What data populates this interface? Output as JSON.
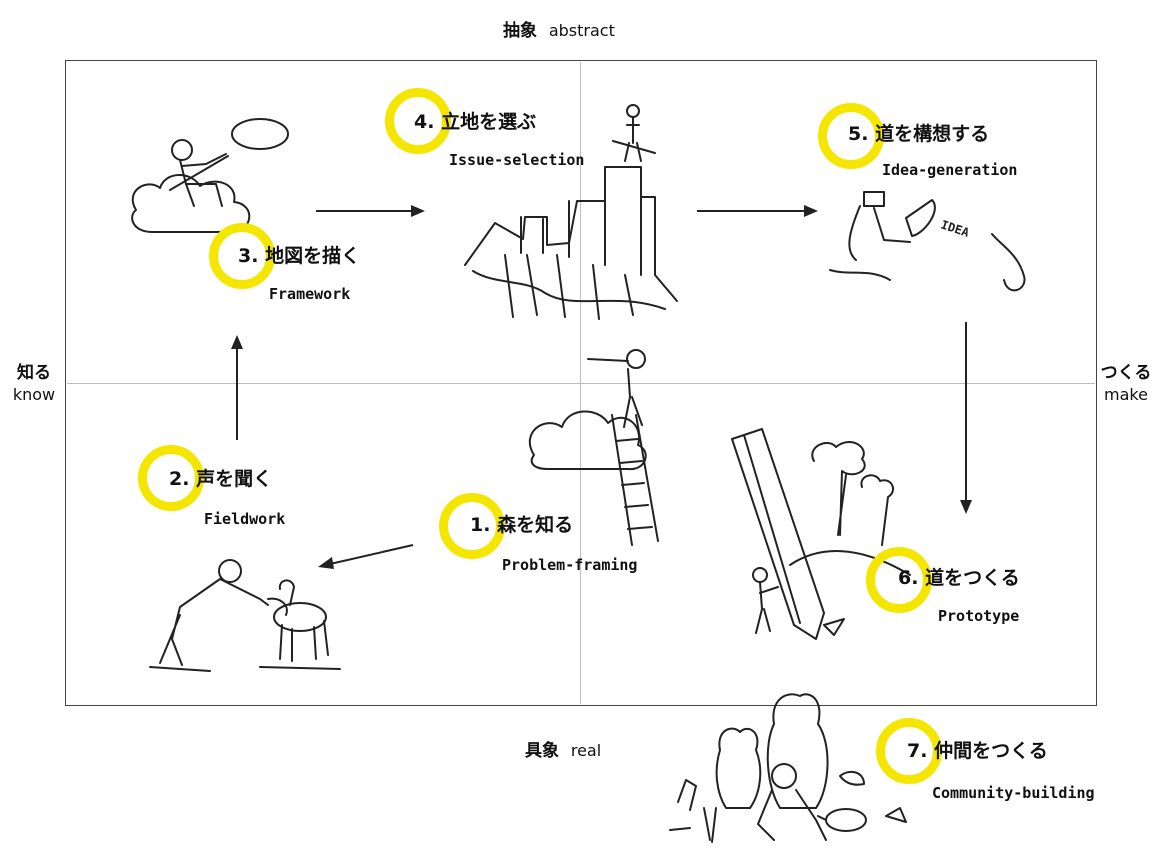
{
  "axes": {
    "top": {
      "ja": "抽象",
      "en": "abstract"
    },
    "bottom": {
      "ja": "具象",
      "en": "real"
    },
    "left": {
      "ja": "知る",
      "en": "know"
    },
    "right": {
      "ja": "つくる",
      "en": "make"
    }
  },
  "steps": [
    {
      "num": "1.",
      "ja": "森を知る",
      "en": "Problem-framing"
    },
    {
      "num": "2.",
      "ja": "声を聞く",
      "en": "Fieldwork"
    },
    {
      "num": "3.",
      "ja": "地図を描く",
      "en": "Framework"
    },
    {
      "num": "4.",
      "ja": "立地を選ぶ",
      "en": "Issue-selection"
    },
    {
      "num": "5.",
      "ja": "道を構想する",
      "en": "Idea-generation"
    },
    {
      "num": "6.",
      "ja": "道をつくる",
      "en": "Prototype"
    },
    {
      "num": "7.",
      "ja": "仲間をつくる",
      "en": "Community-building"
    }
  ],
  "colors": {
    "ring": "#f4e600",
    "ink": "#222222",
    "grid": "#bdbdbd"
  },
  "illustration_text": {
    "idea": "IDEA"
  }
}
